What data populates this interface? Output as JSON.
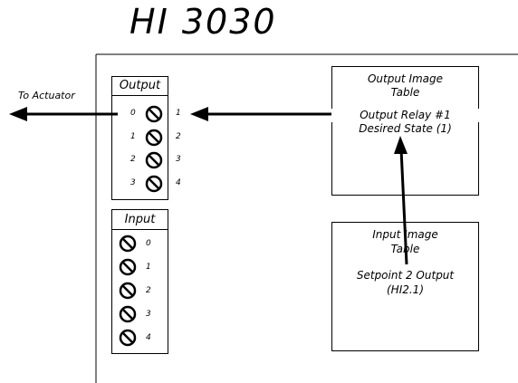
{
  "title": "HI 3030",
  "to_actuator": "To Actuator",
  "output_module": {
    "label": "Output",
    "rows": [
      {
        "left": "0",
        "right": "1"
      },
      {
        "left": "1",
        "right": "2"
      },
      {
        "left": "2",
        "right": "3"
      },
      {
        "left": "3",
        "right": "4"
      }
    ]
  },
  "input_module": {
    "label": "Input",
    "numbers": [
      "0",
      "1",
      "2",
      "3",
      "4"
    ]
  },
  "output_image_table": {
    "title_line1": "Output Image",
    "title_line2": "Table",
    "entry_line1": "Output Relay #1",
    "entry_line2": "Desired State (1)"
  },
  "input_image_table": {
    "title_line1": "Input Image",
    "title_line2": "Table",
    "entry_line1": "Setpoint 2 Output",
    "entry_line2": "(HI2.1)"
  }
}
